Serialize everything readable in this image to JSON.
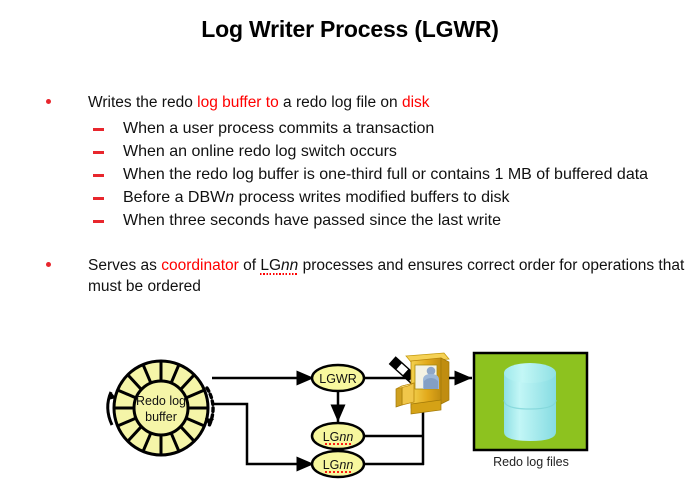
{
  "slide": {
    "title": "Log Writer Process (LGWR)",
    "bullets": [
      {
        "level1": {
          "pre": "Writes the redo ",
          "red1": "log buffer to",
          "mid": " a redo log file on ",
          "red2": "disk"
        },
        "sub_items": [
          "When a user process commits a transaction",
          "When an online redo log switch occurs",
          "When the redo log buffer is one-third full or contains 1 MB of buffered data",
          "Before a DBWn process writes modified buffers to disk",
          "When three seconds have passed since the last write"
        ],
        "sub_item_italic_parts": [
          "",
          "",
          "",
          "n",
          ""
        ]
      },
      {
        "level1_b": {
          "pre": "Serves as ",
          "red1": "coordinator",
          "mid": " of ",
          "code": "LG",
          "code_italic": "nn",
          "post": " processes and ensures correct order for operations that must be ordered"
        },
        "sub_items": []
      }
    ]
  },
  "diagram": {
    "buffer_label_line1": "Redo log",
    "buffer_label_line2": "buffer",
    "nodes": [
      {
        "id": "lgwr",
        "label": "LGWR",
        "underlined": false
      },
      {
        "id": "lgnn-1",
        "label_main": "LG",
        "label_italic": "nn",
        "underlined": true
      },
      {
        "id": "lgnn-2",
        "label_main": "LG",
        "label_italic": "nn",
        "underlined": true
      }
    ],
    "files_caption": "Redo log files",
    "icons": {
      "booth": "toll-booth-icon",
      "barrier": "striped-barrier-icon",
      "database": "database-cylinder-icon",
      "buffer": "circular-buffer-icon"
    },
    "colors": {
      "node_fill": "#f7f79e",
      "node_stroke": "#000000",
      "buffer_fill": "#f5f5a8",
      "green_box": "#8dc21f",
      "cylinder_top": "#b6f5f2",
      "cylinder_body": "#a3eff0",
      "booth_yellow": "#e8b422",
      "accent_red": "#ff0000",
      "bullet_red": "#e8262d"
    }
  }
}
